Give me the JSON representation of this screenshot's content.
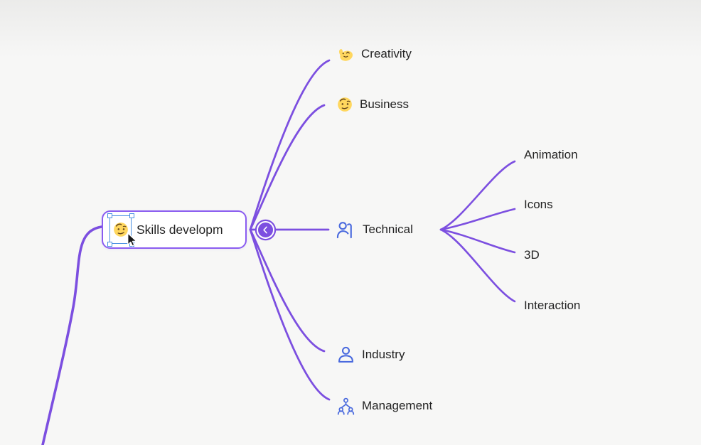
{
  "app": {
    "view": "mind-map-canvas"
  },
  "colors": {
    "background": "#f7f7f6",
    "branch": "#7c4fe0",
    "node_border": "#8a5cf0",
    "node_bg": "#ffffff",
    "text": "#232323",
    "icon_blue": "#4a6ade",
    "emoji_yellow": "#ffd75e",
    "selection_blue": "#4a90e2",
    "button_chevron": "#ffffff"
  },
  "root": {
    "label": "Skills developm",
    "marker": "face-with-raised-eyebrow-emoji",
    "marker_state": "selected-with-handles"
  },
  "collapse_button": {
    "chevron_direction": "left",
    "state": "expanded"
  },
  "branches": [
    {
      "label": "Creativity",
      "marker": "writing-hand-emoji"
    },
    {
      "label": "Business",
      "marker": "face-with-raised-eyebrow-emoji"
    },
    {
      "label": "Technical",
      "marker": "person-raising-hand-icon",
      "children": [
        {
          "label": "Animation"
        },
        {
          "label": "Icons"
        },
        {
          "label": "3D"
        },
        {
          "label": "Interaction"
        }
      ]
    },
    {
      "label": "Industry",
      "marker": "person-icon"
    },
    {
      "label": "Management",
      "marker": "team-icon"
    }
  ]
}
